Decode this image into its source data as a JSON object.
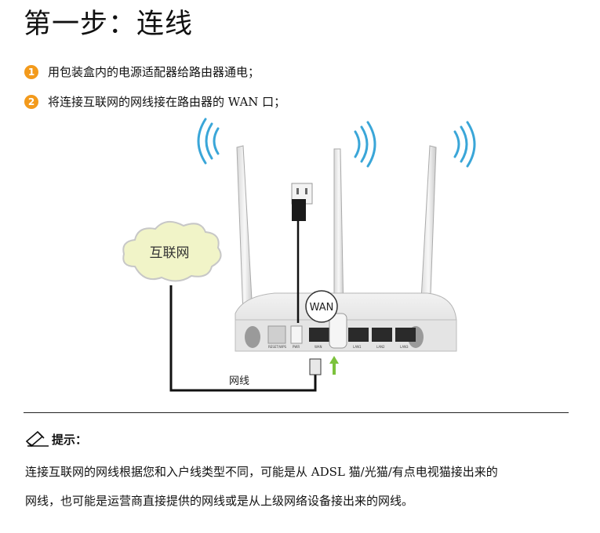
{
  "title": "第一步：连线",
  "steps": [
    {
      "num": "1",
      "text": "用包装盒内的电源适配器给路由器通电；"
    },
    {
      "num": "2",
      "text": "将连接互联网的网线接在路由器的 WAN 口；"
    }
  ],
  "diagram": {
    "cloud_label": "互联网",
    "callout_label": "WAN",
    "cable_label": "网线",
    "port_labels": [
      "RESET/WPS",
      "PWR",
      "WAN",
      "LAN1",
      "LAN2",
      "LAN3"
    ]
  },
  "tip": {
    "heading": "提示：",
    "line1": "连接互联网的网线根据您和入户线类型不同，可能是从 ADSL 猫/光猫/有点电视猫接出来的",
    "line2": "网线，也可能是运营商直接提供的网线或是从上级网络设备接出来的网线。"
  },
  "colors": {
    "badge": "#f39a1b",
    "wifi": "#3aa6d8",
    "cloud": "#f1f4c8",
    "arrow": "#7cc23c"
  }
}
